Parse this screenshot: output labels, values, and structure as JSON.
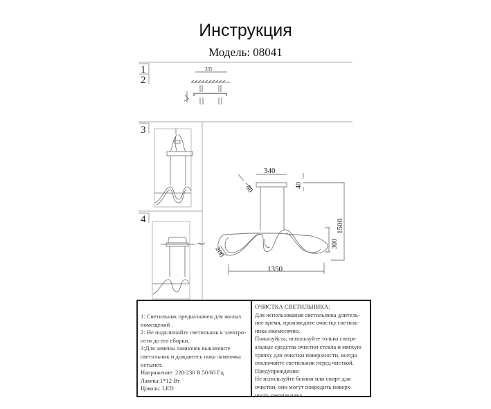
{
  "title": "Инструкция",
  "model": "Модель: 08041",
  "steps": [
    "1",
    "2",
    "3",
    "4"
  ],
  "dimensions": {
    "mount_spacing": "335",
    "canopy_width": "340",
    "canopy_diameter": "80",
    "canopy_height": "40",
    "total_height": "1500",
    "body_height": "300",
    "body_depth": "200",
    "total_length": "1350"
  },
  "notes_left": [
    "1: Светильник предназначен для жилых\nпомещений .",
    "2: Не подключайте светильник к электро-\nсети до его сборки.",
    "3:Для замены лампочек выключите\nсветильник  и дождитесь пока лампочка\nостынет.",
    "Напряжение: 220-230 В 50/60 Гц",
    "Лампы:1*12 Вт",
    "Цоколь: LED"
  ],
  "notes_right": [
    "ОЧИСТКА СВЕТИЛЬНИКА:",
    "Для использования светильника длитель-\nное время, производите очистку светиль-\nника ежемесячно.",
    "Пожалуйста, используйте только специ-\nальные средства очистки стекла и мягкую\nтряпку для очистки поверхности, всегда\nотключайте светильник перед чисткой.",
    "Предупреждение:",
    "Не используйте бензин или спирт для\nочистки, они могут повредить поверх-\nность светильника."
  ]
}
